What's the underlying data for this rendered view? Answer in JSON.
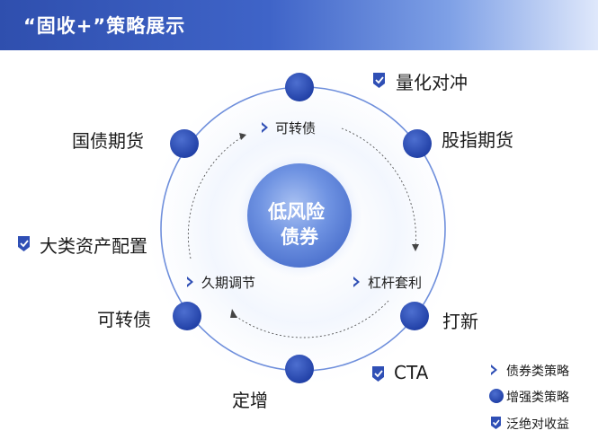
{
  "header": {
    "title": "“固收+”策略展示"
  },
  "center": {
    "line1": "低风险",
    "line2": "债券"
  },
  "inner_items": [
    {
      "label": "可转债"
    },
    {
      "label": "久期调节"
    },
    {
      "label": "杠杆套利"
    }
  ],
  "outer_items": [
    {
      "label": "量化对冲"
    },
    {
      "label": "股指期货"
    },
    {
      "label": "国债期货"
    },
    {
      "label": "大类资产配置"
    },
    {
      "label": "可转债"
    },
    {
      "label": "打新"
    },
    {
      "label": "定增"
    },
    {
      "label": "CTA"
    }
  ],
  "legend": [
    {
      "label": "债券类策略"
    },
    {
      "label": "增强类策略"
    },
    {
      "label": "泛绝对收益"
    }
  ],
  "colors": {
    "accent": "#2f4fb5",
    "ring": "#5b7fd6",
    "header": "#2f4fae"
  }
}
